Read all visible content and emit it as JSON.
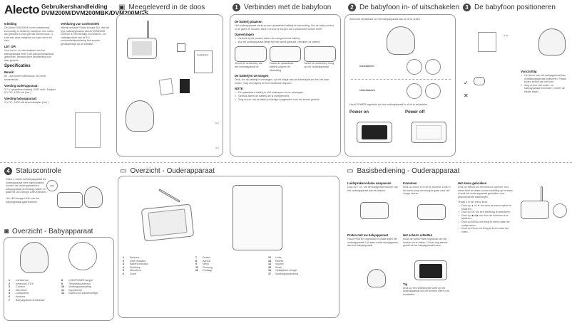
{
  "header": {
    "logo": "Alecto",
    "title": "Gebruikershandleiding",
    "models": "DVM200M/DVM200MBK/DVM200MGS"
  },
  "intro": {
    "sections": [
      {
        "title": "Inleiding",
        "text": "De Alecto DVM200M is een uitstekende, eenvoudig te bedienen babyfoon met video, die geschikt is voor gebruik binnenshuis. U kunt met deze babyfoon uw kind horen en zien."
      },
      {
        "title": "LET OP!",
        "text": "Voor het in- en uitschakelen van het babyapparaat moet u de aan/uit-schakelaar gebruiken. Bewaar deze handleiding voor later gebruik."
      },
      {
        "title": "Specificaties",
        "text": ""
      },
      {
        "title": "Bereik:",
        "text": "50 - 300 meter buitenshuis. 50 meter binnenshuis."
      },
      {
        "title": "Voeding ouderapparaat:",
        "text": "3,7 V oplaadbare batterij, 2000 mAh. Adapter 5 V DC, 1000 mA (incl.)"
      },
      {
        "title": "Voeding babyapparaat:",
        "text": "5 V DC, 1000 mA stroomadapter (incl.)"
      }
    ],
    "conformity_title": "Verklaring van conformiteit",
    "conformity_text": "Hierbij verklaart Tristar Europe B.V. dat het type radioapparatuur Alecto DVM200M conform is met Richtlijn 2014/53/EU. De volledige tekst van de EU-conformiteitsverklaring kan worden geraadpleegd op de website."
  },
  "box": {
    "title": "Meegeleverd in de doos",
    "manual_label": "Handleiding",
    "qty": [
      "x 2",
      "x 2"
    ]
  },
  "step1": {
    "num": "1",
    "title": "Verbinden met de babyfoon",
    "sub1": "De batterij plaatsen",
    "text1": "Het ouderapparaat werkt op een oplaadbare batterij of netvoeding. Om de baby continu in de gaten te houden, dient u ervoor te zorgen dat u voldoende stroom heeft.",
    "notes_title": "Opmerkingen",
    "notes": [
      "Gebruik bij dit product alleen de meegeleverde batterij.",
      "Als het ouderapparaat lange tijd niet wordt gebruikt, verwijder de batterij."
    ],
    "captions": [
      "Schuif de achterklep van het ouderapparaat af.",
      "Plaats de oplaadbare batterij volgens de afbeelding.",
      "Schuif de achterklep terug op het ouderapparaat."
    ],
    "sub2": "De batterijen vervangen",
    "text2": "Druk, om de batterij te vervangen, op het klepje aan de achterzijde en trek het naar buiten. Volg vervolgens de bovenstaande stappen.",
    "tip_title": "NOTE",
    "tips": [
      "De oplaadbare batterij is niet ontworpen om te vervangen.",
      "Gebruik alleen de batterij die is meegeleverd.",
      "Zorg ervoor dat de batterij volledig is opgeladen voor het eerste gebruik."
    ]
  },
  "step2": {
    "num": "2",
    "title": "De babyfoon in- of uitschakelen",
    "step_a": "Schuif de schakelaar om het babyapparaat aan of uit te zetten.",
    "insch": "Inschakelen",
    "uitsch": "Uitschakelen",
    "step_b": "Houd POWER ingedrukt om het ouderapparaat in of uit te schakelen.",
    "power_on": "Power on",
    "power_off": "Power off"
  },
  "step3": {
    "num": "3",
    "title": "De babyfoon positioneren",
    "distance": "1 m",
    "tip_title": "Voorzichtig",
    "tips": [
      "Het snoer van het babyapparaat kan verstikkingsgevaar opleveren. Plaats buiten bereik van het kind.",
      "Zorg ervoor dat ouder- en babyapparaat tenminste 1 meter uit elkaar staan."
    ]
  },
  "step4": {
    "num": "4",
    "title": "Statuscontrole",
    "text": "Zodra u zowel uw babyapparaat als ouderapparaat hebt ingeschakeld, kunnen uw ouderapparaat en babyapparaat verbinding maken en gaat het LED-lampje LINK branden.",
    "text2": "Het LED-lampje LINK van het babyapparaat gaat branden.",
    "led": "LINK"
  },
  "baby_overview": {
    "title": "Overzicht - Babyapparaat",
    "items": [
      [
        "1",
        "Lichtsensor"
      ],
      [
        "2",
        "Infrarood LED's"
      ],
      [
        "3",
        "Camera"
      ],
      [
        "4",
        "Microfoon"
      ],
      [
        "5",
        "Luidspreker"
      ],
      [
        "6",
        "Antenne"
      ],
      [
        "7",
        "Babyapparaat schakelaar"
      ],
      [
        "8",
        "LINK/POWER lampje"
      ],
      [
        "9",
        "Temperatuursensor"
      ],
      [
        "10",
        "Voedingsaansluiting"
      ],
      [
        "11",
        "Koppelknop"
      ],
      [
        "12",
        "Gaten voor wandmontage"
      ]
    ]
  },
  "parent_overview": {
    "title": "Overzicht - Ouderapparaat",
    "items": [
      [
        "1",
        "Antenne"
      ],
      [
        "2",
        "LINK indicator"
      ],
      [
        "3",
        "Batterij indicator"
      ],
      [
        "4",
        "Sluitknop"
      ],
      [
        "5",
        "Microfoon"
      ],
      [
        "6",
        "Zoom"
      ],
      [
        "7",
        "Praten"
      ],
      [
        "8",
        "Aan/uit"
      ],
      [
        "9",
        "Menu"
      ],
      [
        "10",
        "Omhoog"
      ],
      [
        "11",
        "Omlaag"
      ],
      [
        "12",
        "Links"
      ],
      [
        "13",
        "Rechts"
      ],
      [
        "14",
        "Volume"
      ],
      [
        "15",
        "Reset"
      ],
      [
        "16",
        "Opklapbare beugel"
      ],
      [
        "17",
        "Voedingsaansluiting"
      ]
    ]
  },
  "basic": {
    "title": "Basisbediening - Ouderapparaat",
    "vol_title": "Luidsprekervolume aanpassen",
    "vol_text": "Druk op + of - om het luidsprekervolume van het ouderapparaat aan te passen.",
    "zoom_title": "Inzoomen",
    "zoom_text": "Druk op Zoom in of uit te zoomen. Druk in het menu erop om terug te gaan naar het vorige niveau.",
    "talk_title": "Praten met uw babyapparaat",
    "talk_text": "Houd PRATEN ingedrukt en praat tegen het ouderapparaat. Uw stem wordt doorgegeven aan het babyapparaat.",
    "screen_title": "Het scherm uitzetten",
    "screen_text": "Houd de toets Power ingedrukt om het scherm uit te zetten. U kunt nog steeds geluid uit het babyapparaat horen.",
    "menu_title": "Het menu gebruiken",
    "menu_text": "Druk op MENU om het menu te openen, een menu-item te kiezen of een instelling op te slaan. U kunt het ouderapparaat gebruiken voor geavanceerde instellingen.",
    "menu_intro": "Terwijl u in het menu bent:",
    "menu_items": [
      "Druk op ▲ of ▼ om door de menu-opties te bladeren.",
      "Druk op OK om een instelling te selecteren.",
      "Druk op ◀ of ▶ om door de submenu's te bladeren.",
      "Druk op MENU om terug te keren naar het vorige menu.",
      "Druk op Zoom om terug te keren naar live video."
    ],
    "tip_title": "Tip",
    "tip": "Druk op een willekeurige toets op het ouderapparaat om het scherm weer in te schakelen."
  }
}
